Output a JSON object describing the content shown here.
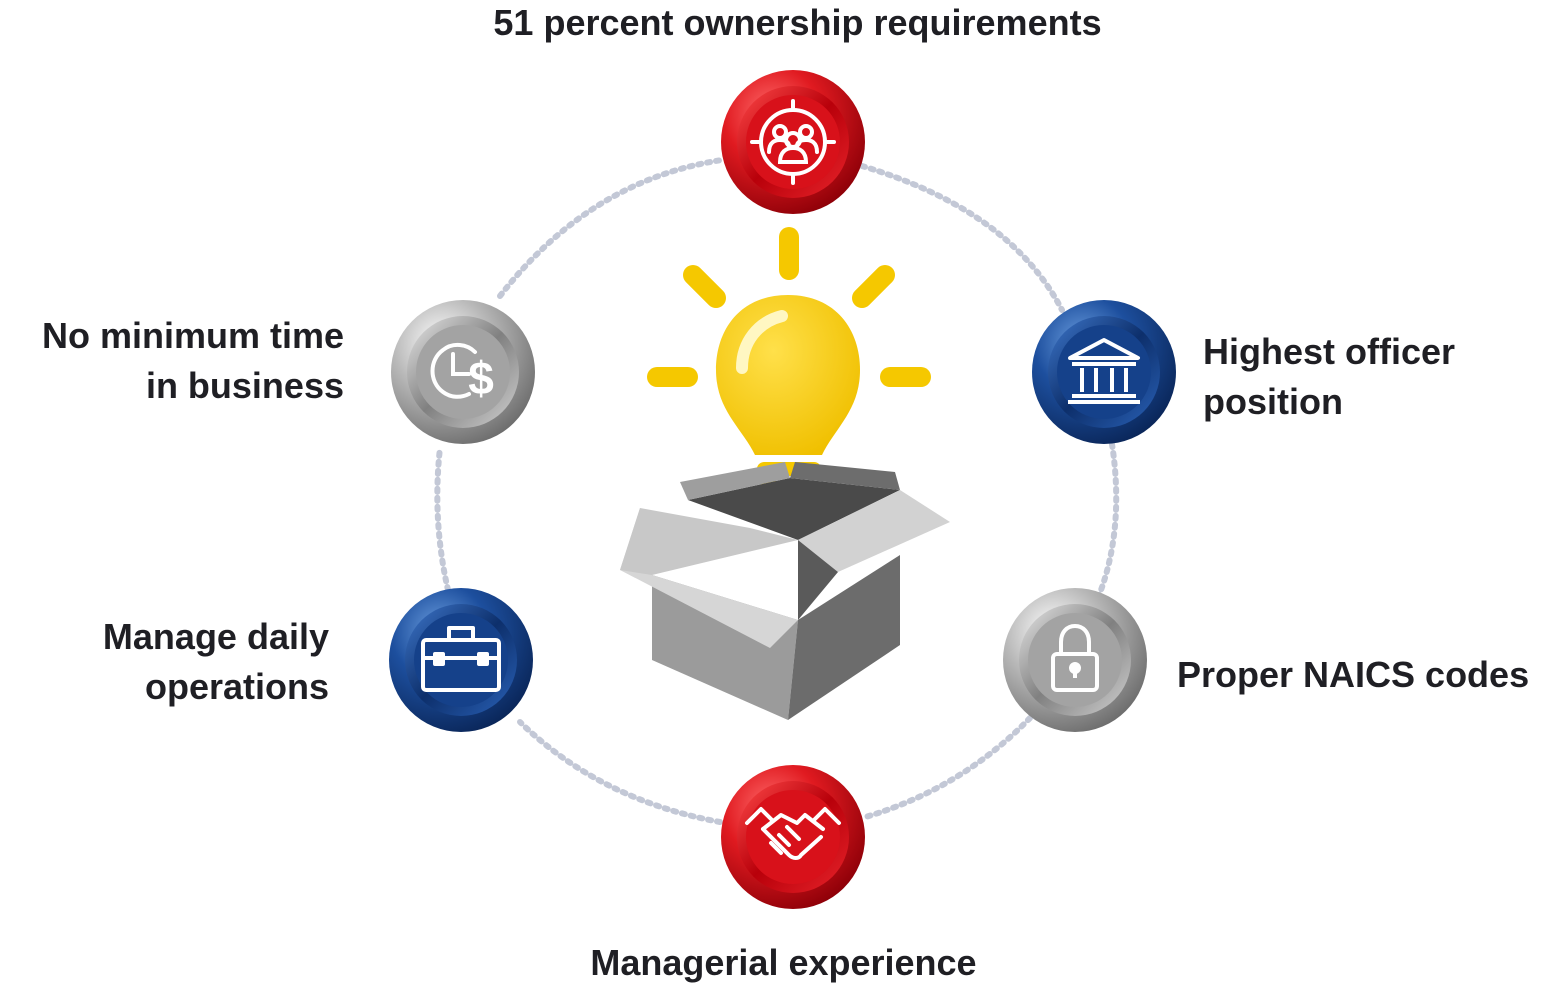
{
  "diagram": {
    "nodes": [
      {
        "id": "top",
        "lines": [
          "51 percent ownership requirements"
        ],
        "icon": "people-target-icon",
        "theme": "red"
      },
      {
        "id": "right-upper",
        "lines": [
          "Highest officer",
          "position"
        ],
        "icon": "bank-building-icon",
        "theme": "blue"
      },
      {
        "id": "right-lower",
        "lines": [
          "Proper NAICS codes"
        ],
        "icon": "padlock-icon",
        "theme": "silver"
      },
      {
        "id": "bottom",
        "lines": [
          "Managerial experience"
        ],
        "icon": "handshake-icon",
        "theme": "red"
      },
      {
        "id": "left-lower",
        "lines": [
          "Manage daily",
          "operations"
        ],
        "icon": "briefcase-icon",
        "theme": "blue"
      },
      {
        "id": "left-upper",
        "lines": [
          "No minimum time",
          "in business"
        ],
        "icon": "clock-dollar-icon",
        "theme": "silver"
      }
    ],
    "center_icon": "lightbulb-in-box-icon",
    "colors": {
      "red": "#d9121a",
      "blue": "#15418a",
      "silver": "#9a9a9a",
      "bulb": "#f5c800",
      "dots": "#c3c8d6",
      "text": "#1f1f24"
    }
  }
}
